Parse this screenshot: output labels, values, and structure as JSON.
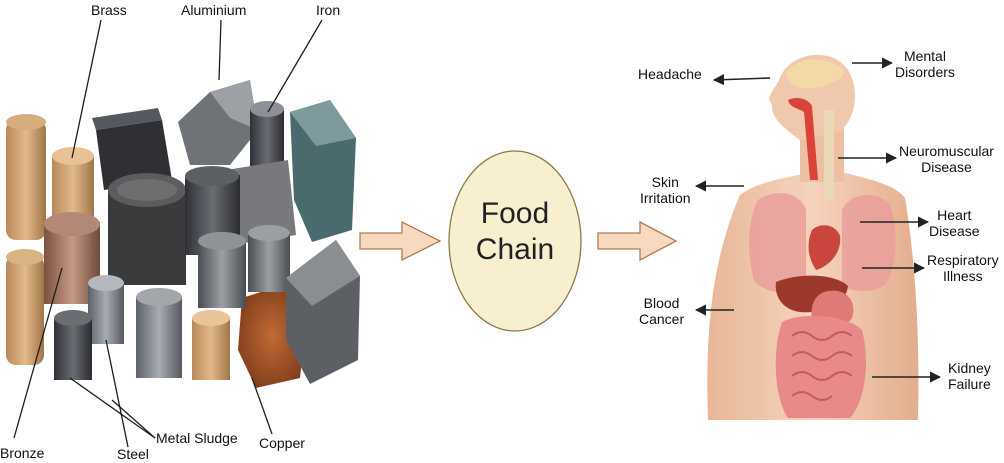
{
  "metals": {
    "brass": "Brass",
    "aluminium": "Aluminium",
    "iron": "Iron",
    "bronze": "Bronze",
    "steel": "Steel",
    "metal_sludge": "Metal Sludge",
    "copper": "Copper"
  },
  "center": {
    "title": "Food\nChain"
  },
  "effects": {
    "headache": "Headache",
    "mental": "Mental\nDisorders",
    "neuromuscular": "Neuromuscular\nDisease",
    "skin": "Skin\nIrritation",
    "heart": "Heart\nDisease",
    "respiratory": "Respiratory\nIllness",
    "blood": "Blood\nCancer",
    "kidney": "Kidney\nFailure"
  },
  "colors": {
    "oval_fill": "#f7efcf",
    "arrow_fill": "#f6d9bf",
    "arrow_stroke": "#b07a55"
  }
}
